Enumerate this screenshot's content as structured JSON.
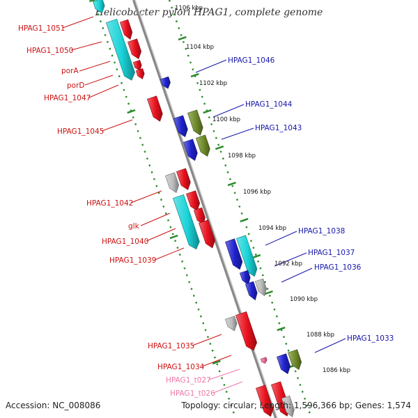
{
  "title": "Helicobacter pylori HPAG1, complete genome",
  "footer": {
    "accession": "Accession: NC_008086",
    "stats": "Topology: circular; Length: 1,596,366 bp; Genes: 1,574"
  },
  "kbp_marks": [
    "1106 kbp",
    "1104 kbp",
    "1102 kbp",
    "1100 kbp",
    "1098 kbp",
    "1096 kbp",
    "1094 kbp",
    "1092 kbp",
    "1090 kbp",
    "1088 kbp",
    "1086 kbp"
  ],
  "left_labels": [
    "HPAG1_1051",
    "HPAG1_1050",
    "porA",
    "porD",
    "HPAG1_1047",
    "HPAG1_1045",
    "HPAG1_1042",
    "glk",
    "HPAG1_1040",
    "HPAG1_1039",
    "HPAG1_1035",
    "HPAG1_1034",
    "HPAG1_t027",
    "HPAG1_t026"
  ],
  "right_labels": [
    "HPAG1_1046",
    "HPAG1_1044",
    "HPAG1_1043",
    "HPAG1_1038",
    "HPAG1_1037",
    "HPAG1_1036",
    "HPAG1_1033"
  ],
  "colors": {
    "red": "#e8101c",
    "blue": "#1f22cc",
    "cyan": "#19d3d8",
    "olive": "#6e8a28",
    "grey": "#bdbdbd",
    "pink": "#f06aa0",
    "label_red": "#cc1111",
    "label_blue": "#1515aa",
    "label_pink": "#ee77aa",
    "tick_green": "#2a8a2a",
    "backbone": "#888888"
  }
}
